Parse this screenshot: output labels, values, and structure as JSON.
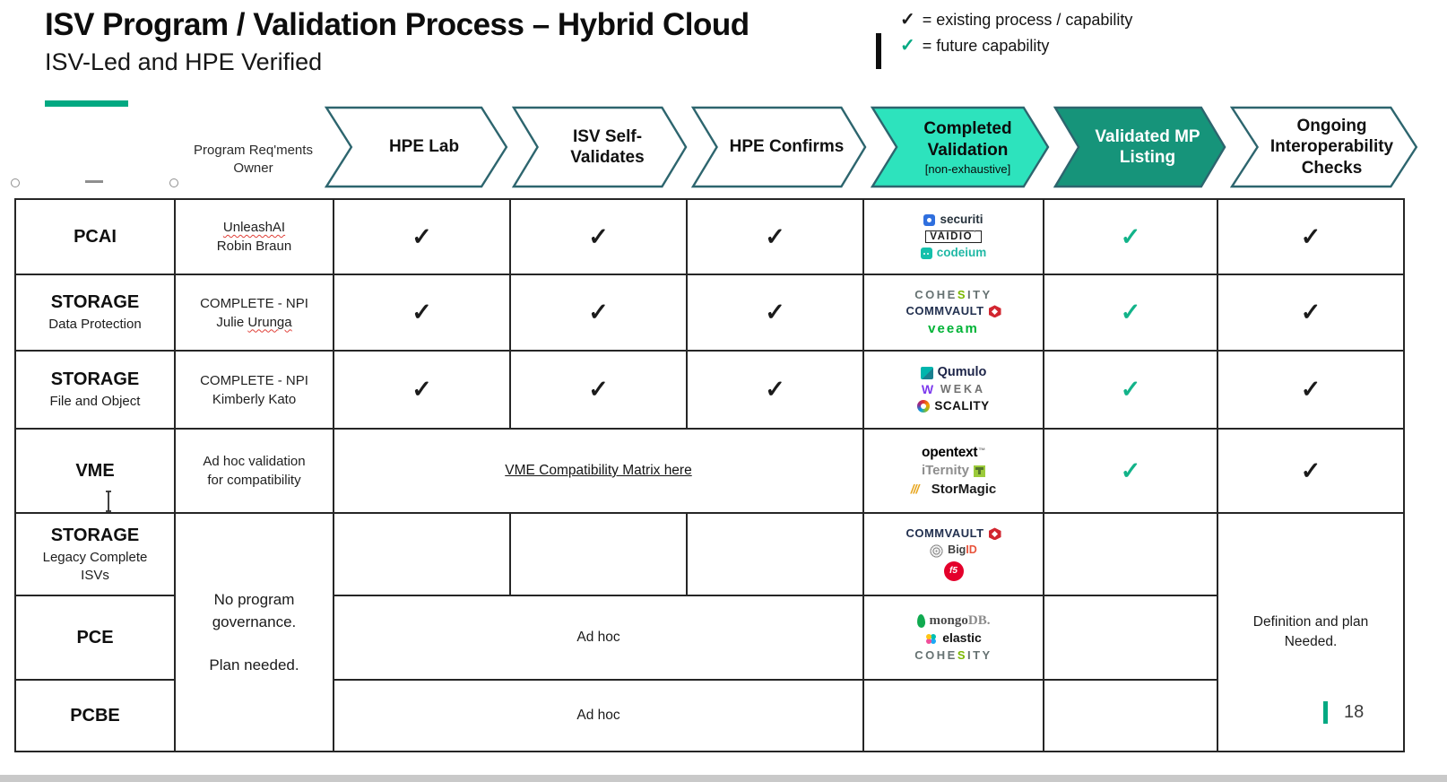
{
  "page": {
    "title": "ISV Program / Validation Process – Hybrid Cloud",
    "subtitle": "ISV-Led and HPE Verified",
    "slide_number": "18"
  },
  "colors": {
    "accent_green": "#01a982",
    "existing_check": "#1b1b1b",
    "future_check": "#12b389",
    "chevron_outline": "#2d656e",
    "completed_fill": "#2de3bd",
    "validated_fill": "#16947a"
  },
  "legend": {
    "items": [
      {
        "symbol": "✓",
        "color": "#1b1b1b",
        "label": "= existing process / capability"
      },
      {
        "symbol": "✓",
        "color": "#01a982",
        "label": "= future capability"
      }
    ]
  },
  "marks": {
    "existing": "✓",
    "future": "✓"
  },
  "header": {
    "owner_label": "Program Req'ments\nOwner",
    "stages": [
      {
        "label": "HPE Lab",
        "fill": "#ffffff",
        "text_color": "#111111"
      },
      {
        "label": "ISV Self-\nValidates",
        "fill": "#ffffff",
        "text_color": "#111111"
      },
      {
        "label": "HPE Confirms",
        "fill": "#ffffff",
        "text_color": "#111111"
      },
      {
        "label": "Completed\nValidation",
        "sub": "[non-exhaustive]",
        "fill": "#2de3bd",
        "text_color": "#0b0b0b"
      },
      {
        "label": "Validated MP\nListing",
        "fill": "#16947a",
        "text_color": "#ffffff"
      },
      {
        "label": "Ongoing\nInteroperability\nChecks",
        "fill": "#ffffff",
        "text_color": "#111111"
      }
    ]
  },
  "table": {
    "rows": {
      "pcai": {
        "label": "PCAI",
        "owner1": "UnleashAI",
        "owner2": "Robin Braun"
      },
      "storage_dp": {
        "label": "STORAGE",
        "sublabel": "Data Protection",
        "owner1": "COMPLETE - NPI",
        "owner2a": "Julie",
        "owner2b": "Urunga"
      },
      "storage_fo": {
        "label": "STORAGE",
        "sublabel": "File and Object",
        "owner1": "COMPLETE - NPI",
        "owner2": "Kimberly Kato"
      },
      "vme": {
        "label": "VME",
        "owner1": "Ad hoc validation",
        "owner2": "for compatibility",
        "link": "VME Compatibility Matrix here"
      },
      "storage_legacy": {
        "label": "STORAGE",
        "sublabel": "Legacy Complete ISVs"
      },
      "pce": {
        "label": "PCE",
        "adhoc": "Ad hoc"
      },
      "pcbe": {
        "label": "PCBE",
        "adhoc": "Ad hoc"
      }
    },
    "merged": {
      "governance1": "No program governance.",
      "governance2": "Plan needed.",
      "definition1": "Definition and plan",
      "definition2": "Needed."
    }
  },
  "logos": {
    "pcai": [
      {
        "key": "securiti",
        "icon": "before",
        "parts": [
          {
            "t": "securiti",
            "c": "#26323c"
          }
        ]
      },
      {
        "key": "vaidio",
        "parts": [
          {
            "t": "VAIDIO",
            "c": "#1a1a1a"
          }
        ],
        "sup": "’"
      },
      {
        "key": "codeium",
        "icon": "before",
        "parts": [
          {
            "t": "codeium",
            "c": "#20b8a5"
          }
        ]
      }
    ],
    "storage_dp": [
      {
        "key": "cohesity",
        "parts": [
          {
            "t": "COHE",
            "c": "#667272"
          },
          {
            "t": "S",
            "c": "#7ab800"
          },
          {
            "t": "ITY",
            "c": "#667272"
          }
        ]
      },
      {
        "key": "commvault",
        "icon": "after",
        "parts": [
          {
            "t": "COMMVAULT",
            "c": "#22304f"
          }
        ]
      },
      {
        "key": "veeam",
        "parts": [
          {
            "t": "veeam",
            "c": "#00b336"
          }
        ]
      }
    ],
    "storage_fo": [
      {
        "key": "qumulo",
        "icon": "before",
        "parts": [
          {
            "t": "Qumulo",
            "c": "#1c2448"
          }
        ]
      },
      {
        "key": "weka",
        "icon": "before",
        "parts": [
          {
            "t": "WEKA",
            "c": "#707070"
          }
        ]
      },
      {
        "key": "scality",
        "icon": "before",
        "parts": [
          {
            "t": "SCALITY",
            "c": "#101010"
          }
        ]
      }
    ],
    "vme": [
      {
        "key": "opentext",
        "parts": [
          {
            "t": "opentext",
            "c": "#000000"
          }
        ],
        "sup": "™"
      },
      {
        "key": "iternity",
        "icon": "after",
        "parts": [
          {
            "t": "iTernity",
            "c": "#8e8e8e"
          }
        ]
      },
      {
        "key": "stormagic",
        "icon": "before",
        "parts": [
          {
            "t": "StorMagic",
            "c": "#1c1c1c"
          }
        ]
      }
    ],
    "storage_legacy": [
      {
        "key": "commvault",
        "icon": "after",
        "parts": [
          {
            "t": "COMMVAULT",
            "c": "#22304f"
          }
        ]
      },
      {
        "key": "bigid",
        "icon": "before",
        "parts": [
          {
            "t": "Big",
            "c": "#414141"
          },
          {
            "t": "ID",
            "c": "#e8543c"
          }
        ]
      },
      {
        "key": "f5",
        "parts": [
          {
            "t": "f5",
            "c": "#ffffff"
          }
        ]
      }
    ],
    "pce": [
      {
        "key": "mongodb",
        "icon": "before",
        "parts": [
          {
            "t": "mongo",
            "c": "#494949"
          },
          {
            "t": "DB.",
            "c": "#8b8b8b"
          }
        ]
      },
      {
        "key": "elastic",
        "icon": "before",
        "parts": [
          {
            "t": "elastic",
            "c": "#141414"
          }
        ]
      },
      {
        "key": "cohesity",
        "parts": [
          {
            "t": "COHE",
            "c": "#667272"
          },
          {
            "t": "S",
            "c": "#7ab800"
          },
          {
            "t": "ITY",
            "c": "#667272"
          }
        ]
      }
    ]
  }
}
